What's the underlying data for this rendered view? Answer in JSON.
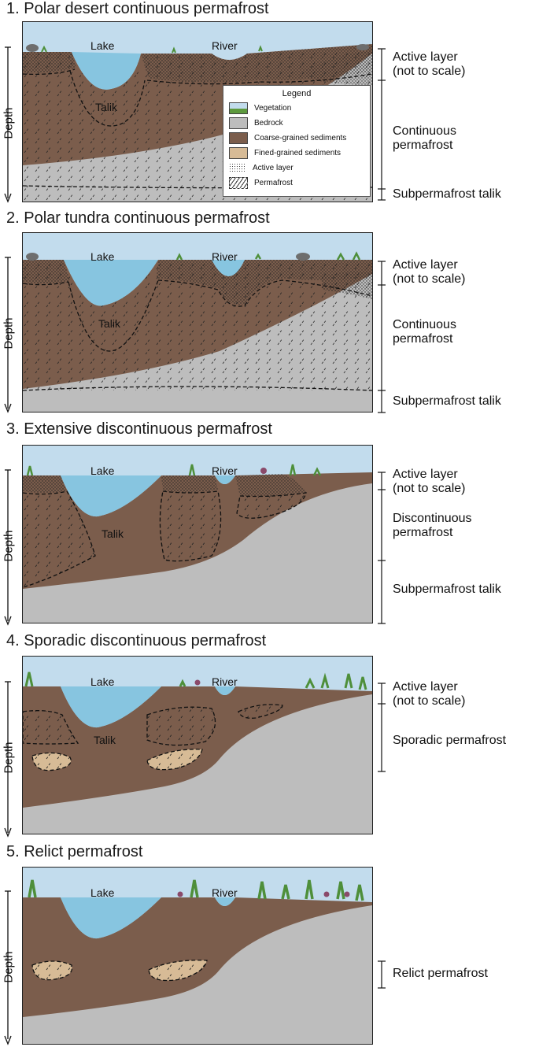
{
  "panels": [
    {
      "title": "1. Polar desert continuous permafrost",
      "lake": "Lake",
      "river": "River",
      "talik": "Talik",
      "annotations": [
        "Active layer\n(not to scale)",
        "Continuous\npermafrost",
        "Subpermafrost talik"
      ]
    },
    {
      "title": "2. Polar tundra continuous permafrost",
      "lake": "Lake",
      "river": "River",
      "talik": "Talik",
      "annotations": [
        "Active layer\n(not to scale)",
        "Continuous\npermafrost",
        "Subpermafrost talik"
      ]
    },
    {
      "title": "3. Extensive discontinuous permafrost",
      "lake": "Lake",
      "river": "River",
      "talik": "Talik",
      "annotations": [
        "Active layer\n(not to scale)",
        "Discontinuous\npermafrost",
        "Subpermafrost talik"
      ]
    },
    {
      "title": "4. Sporadic discontinuous permafrost",
      "lake": "Lake",
      "river": "River",
      "talik": "Talik",
      "annotations": [
        "Active layer\n(not to scale)",
        "Sporadic permafrost"
      ]
    },
    {
      "title": "5. Relict permafrost",
      "lake": "Lake",
      "river": "River",
      "annotations": [
        "Relict permafrost"
      ]
    }
  ],
  "depth_label": "Depth",
  "legend": {
    "title": "Legend",
    "items": [
      {
        "label": "Vegetation",
        "swatch": "vegetation"
      },
      {
        "label": "Bedrock",
        "swatch": "bedrock"
      },
      {
        "label": "Coarse-grained sediments",
        "swatch": "coarse"
      },
      {
        "label": "Fined-grained sediments",
        "swatch": "fine"
      },
      {
        "label": "Active layer",
        "swatch": "active"
      },
      {
        "label": "Permafrost",
        "swatch": "permafrost"
      }
    ]
  },
  "colors": {
    "sky": "#c2dced",
    "water": "#87c5e0",
    "sediment": "#7b5d4c",
    "bedrock": "#bdbdbd",
    "fine": "#d7bb96",
    "vegetation": "#5d9a3e"
  }
}
